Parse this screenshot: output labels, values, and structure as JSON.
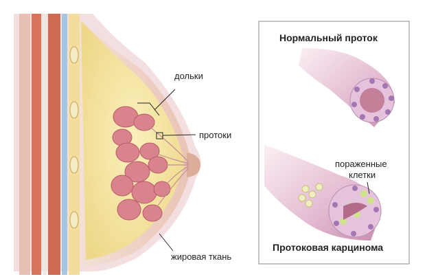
{
  "left_labels": {
    "lobules": "дольки",
    "ducts": "протоки",
    "fat": "жировая ткань"
  },
  "right_panel": {
    "normal_title": "Нормальный проток",
    "affected_label_line1": "пораженные",
    "affected_label_line2": "клетки",
    "carcinoma_title": "Протоковая карцинома"
  },
  "colors": {
    "fat": "#f5e6a0",
    "lobule": "#d9838c",
    "duct_tissue": "#e2b8cc",
    "muscle": "#d7745a",
    "panel_border": "#888888"
  }
}
